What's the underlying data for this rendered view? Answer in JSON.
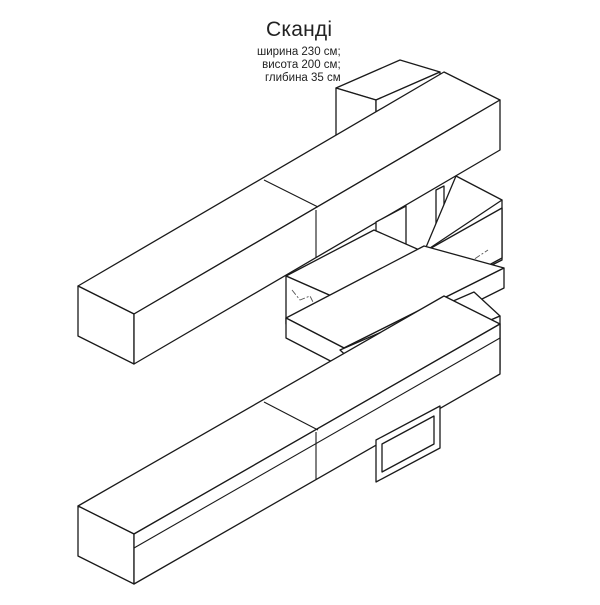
{
  "header": {
    "title": "Сканді"
  },
  "dimensions": [
    "ширина 230 см;",
    "висота 200 см;",
    "глибина 35 см"
  ],
  "colors": {
    "stroke": "#1a1a1a",
    "background": "#ffffff"
  }
}
